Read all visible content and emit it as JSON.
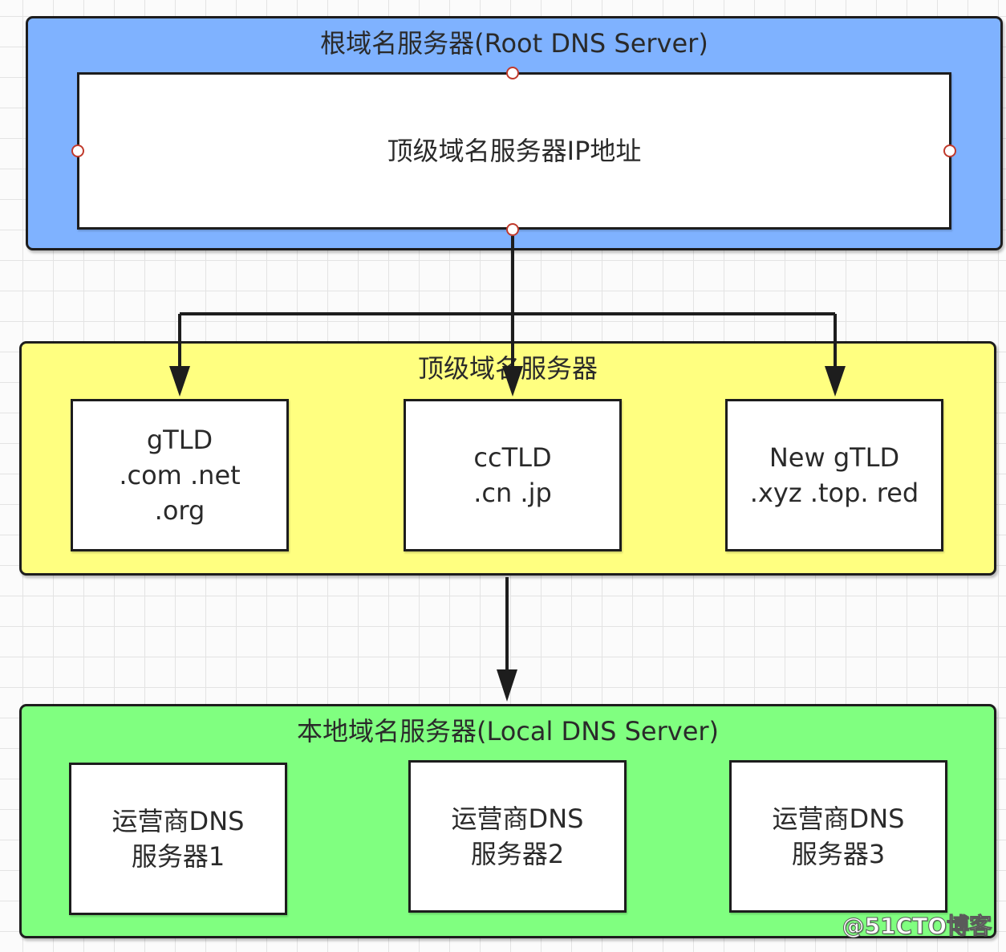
{
  "root": {
    "title": "根域名服务器(Root DNS Server)",
    "inner_label": "顶级域名服务器IP地址",
    "color": "#7fb2ff"
  },
  "tld": {
    "title": "顶级域名服务器",
    "color": "#ffff80",
    "boxes": [
      {
        "lines": [
          "gTLD",
          ".com .net",
          ".org"
        ]
      },
      {
        "lines": [
          "ccTLD",
          ".cn .jp"
        ]
      },
      {
        "lines": [
          "New gTLD",
          ".xyz .top. red"
        ]
      }
    ]
  },
  "local": {
    "title": "本地域名服务器(Local DNS Server)",
    "color": "#80ff80",
    "boxes": [
      {
        "lines": [
          "运营商DNS",
          "服务器1"
        ]
      },
      {
        "lines": [
          "运营商DNS",
          "服务器2"
        ]
      },
      {
        "lines": [
          "运营商DNS",
          "服务器3"
        ]
      }
    ]
  },
  "watermark": "@51CTO博客"
}
